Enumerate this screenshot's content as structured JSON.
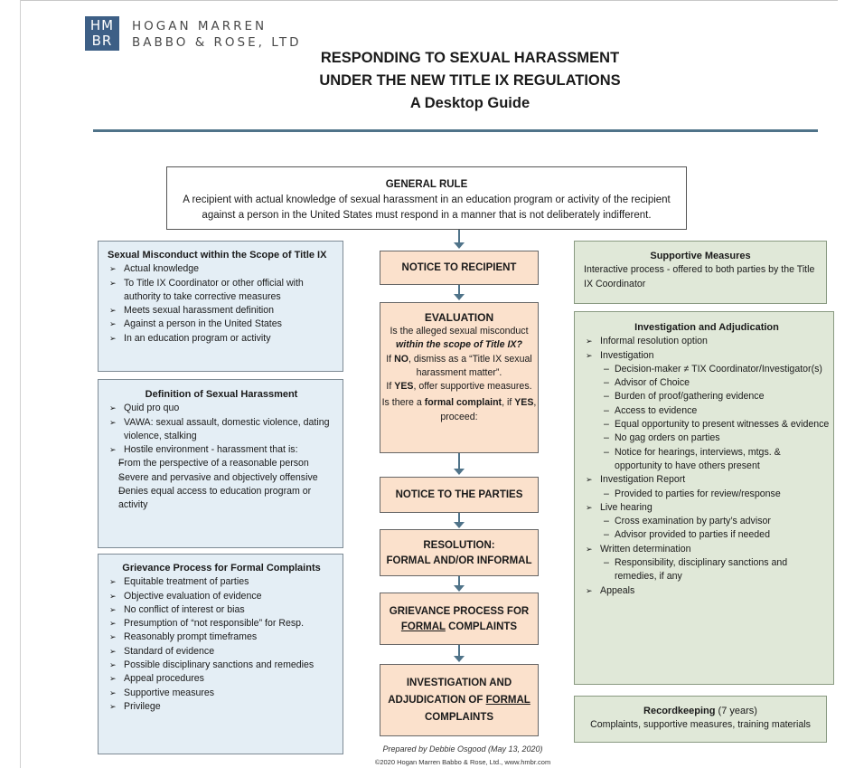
{
  "logo": {
    "mark_top": "HM",
    "mark_bottom": "BR",
    "line1": "HOGAN MARREN",
    "line2": "BABBO & ROSE, LTD"
  },
  "title": {
    "line1": "RESPONDING TO SEXUAL HARASSMENT",
    "line2": "UNDER THE NEW TITLE IX REGULATIONS",
    "line3": "A Desktop Guide"
  },
  "general_rule": {
    "heading": "GENERAL RULE",
    "text": "A recipient with actual knowledge of sexual harassment in an education program or activity of the recipient against a person in the United States must respond in a manner that is not deliberately indifferent."
  },
  "scope_panel": {
    "heading": "Sexual Misconduct within the Scope of Title IX",
    "items": [
      "Actual knowledge",
      "To Title IX Coordinator or other official with authority to take corrective measures",
      "Meets sexual harassment definition",
      "Against a person in the United States",
      "In an education program or activity"
    ]
  },
  "definition_panel": {
    "heading": "Definition of Sexual Harassment",
    "items": [
      "Quid pro quo",
      "VAWA: sexual assault, domestic violence, dating violence, stalking",
      "Hostile environment - harassment that is:"
    ],
    "sub_items": [
      "From the perspective of a reasonable person",
      "Severe and pervasive and objectively offensive",
      "Denies equal access to education program or activity"
    ]
  },
  "grievance_panel": {
    "heading": "Grievance Process for Formal Complaints",
    "items": [
      "Equitable treatment of parties",
      "Objective evaluation of evidence",
      "No conflict of interest or bias",
      "Presumption of “not responsible” for Resp.",
      "Reasonably prompt timeframes",
      "Standard of evidence",
      "Possible disciplinary sanctions and remedies",
      "Appeal procedures",
      "Supportive measures",
      "Privilege"
    ]
  },
  "flow": {
    "notice_recipient": "NOTICE TO RECIPIENT",
    "evaluation": {
      "heading": "EVALUATION",
      "q1a": "Is the alleged sexual misconduct",
      "q1b": "within the scope of Title IX?",
      "no_prefix": "If ",
      "no_word": "NO",
      "no_text": ", dismiss as a “Title IX sexual harassment matter”.",
      "yes_prefix": "If ",
      "yes_word": "YES",
      "yes_text": ", offer supportive measures.",
      "formal_prefix": "Is there a ",
      "formal_word": "formal complaint",
      "formal_mid": ", if ",
      "formal_yes": "YES",
      "formal_end": ", proceed:"
    },
    "notice_parties": "NOTICE TO THE PARTIES",
    "resolution_line1": "RESOLUTION:",
    "resolution_line2": "FORMAL AND/OR INFORMAL",
    "grievance_line1": "GRIEVANCE PROCESS FOR",
    "grievance_formal": "FORMAL",
    "grievance_rest": " COMPLAINTS",
    "investigation_line1": "INVESTIGATION AND",
    "investigation_line2a": "ADJUDICATION OF ",
    "investigation_formal": "FORMAL",
    "investigation_line3": "COMPLAINTS"
  },
  "supportive_panel": {
    "heading": "Supportive Measures",
    "text": "Interactive process - offered to both parties by the Title IX Coordinator"
  },
  "investigation_panel": {
    "heading": "Investigation and Adjudication",
    "informal": "Informal resolution option",
    "investigation": "Investigation",
    "investigation_subs": [
      "Decision-maker ≠ TIX Coordinator/Investigator(s)",
      "Advisor of Choice",
      "Burden of proof/gathering evidence",
      "Access to evidence",
      "Equal opportunity to present witnesses & evidence",
      "No gag orders on parties",
      "Notice for hearings, interviews, mtgs. & opportunity to have others present"
    ],
    "report": "Investigation Report",
    "report_subs": [
      "Provided to parties for review/response"
    ],
    "hearing": "Live hearing",
    "hearing_subs": [
      "Cross examination by party’s advisor",
      "Advisor provided to parties if needed"
    ],
    "determination": "Written determination",
    "determination_subs": [
      "Responsibility, disciplinary sanctions and remedies, if any"
    ],
    "appeals": "Appeals"
  },
  "recordkeeping_panel": {
    "heading": "Recordkeeping",
    "heading_note": " (7 years)",
    "text": "Complaints, supportive measures, training materials"
  },
  "footer": {
    "prepared": "Prepared by Debbie Osgood (May 13, 2020)",
    "copyright": "©2020 Hogan Marren Babbo & Rose, Ltd., www.hmbr.com"
  },
  "colors": {
    "brand_blue": "#3d5f86",
    "rule_teal": "#4f7389",
    "panel_blue": "#e4eef5",
    "panel_green": "#e0e8d8",
    "flow_peach": "#fbe1cc"
  }
}
